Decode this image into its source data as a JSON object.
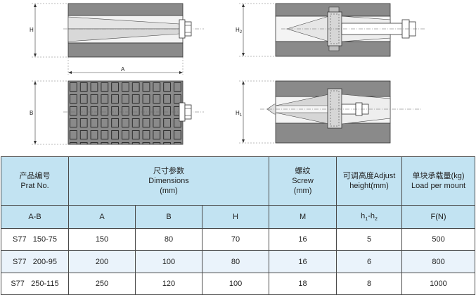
{
  "drawings": {
    "dimension_labels": {
      "h": "H",
      "a": "A",
      "b": "B",
      "h2": "H",
      "h2_sub": "2",
      "h1": "H",
      "h1_sub": "1"
    }
  },
  "table": {
    "header": {
      "code_cn": "产品编号",
      "code_en": "Prat No.",
      "dims_cn": "尺寸参数",
      "dims_en": "Dimensions",
      "dims_unit": "(mm)",
      "screw_cn": "螺纹",
      "screw_en": "Screw",
      "screw_unit": "(mm)",
      "adjust_line1": "可调高度Adjust",
      "adjust_line2": "height(mm)",
      "load_line1": "单块承载量(kg)",
      "load_line2": "Load per mount"
    },
    "subheader": {
      "ab": "A-B",
      "a": "A",
      "b": "B",
      "h": "H",
      "m": "M",
      "h_main": "h",
      "h_sub1": "1",
      "h_dash": "-h",
      "h_sub2": "2",
      "f": "F(N)"
    },
    "rows": [
      {
        "model": "S77   150-75",
        "a": "150",
        "b": "80",
        "h": "70",
        "m": "16",
        "adj": "5",
        "load": "500"
      },
      {
        "model": "S77   200-95",
        "a": "200",
        "b": "100",
        "h": "80",
        "m": "16",
        "adj": "6",
        "load": "800"
      },
      {
        "model": "S77   250-115",
        "a": "250",
        "b": "120",
        "h": "100",
        "m": "18",
        "adj": "8",
        "load": "1000"
      }
    ]
  }
}
